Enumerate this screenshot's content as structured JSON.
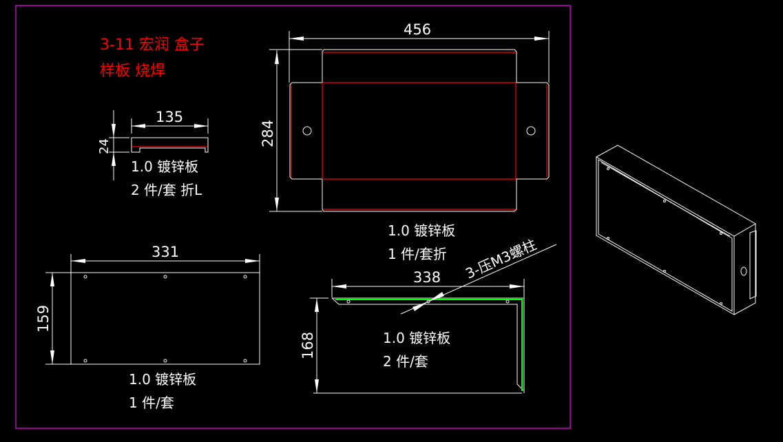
{
  "title": {
    "line1": "3-11 宏润 盒子",
    "line2": "样板 烧焊"
  },
  "colors": {
    "background": "#000000",
    "frame": "#ff00ff",
    "title": "#ff0000",
    "bend_line": "#ff0000",
    "highlight": "#00ff00",
    "lines": "#ffffff"
  },
  "parts": {
    "strip": {
      "width_dim": "135",
      "height_dim": "24",
      "material": "1.0 镀锌板",
      "qty": "2 件/套 折L"
    },
    "box": {
      "width_dim": "456",
      "height_dim": "284",
      "material": "1.0 镀锌板",
      "qty": "1 件/套折"
    },
    "plate": {
      "width_dim": "331",
      "height_dim": "159",
      "material": "1.0 镀锌板",
      "qty": "1 件/套"
    },
    "angle": {
      "width_dim": "338",
      "height_dim": "168",
      "material": "1.0 镀锌板",
      "qty": "2 件/套",
      "callout": "3-压M3螺柱"
    }
  }
}
